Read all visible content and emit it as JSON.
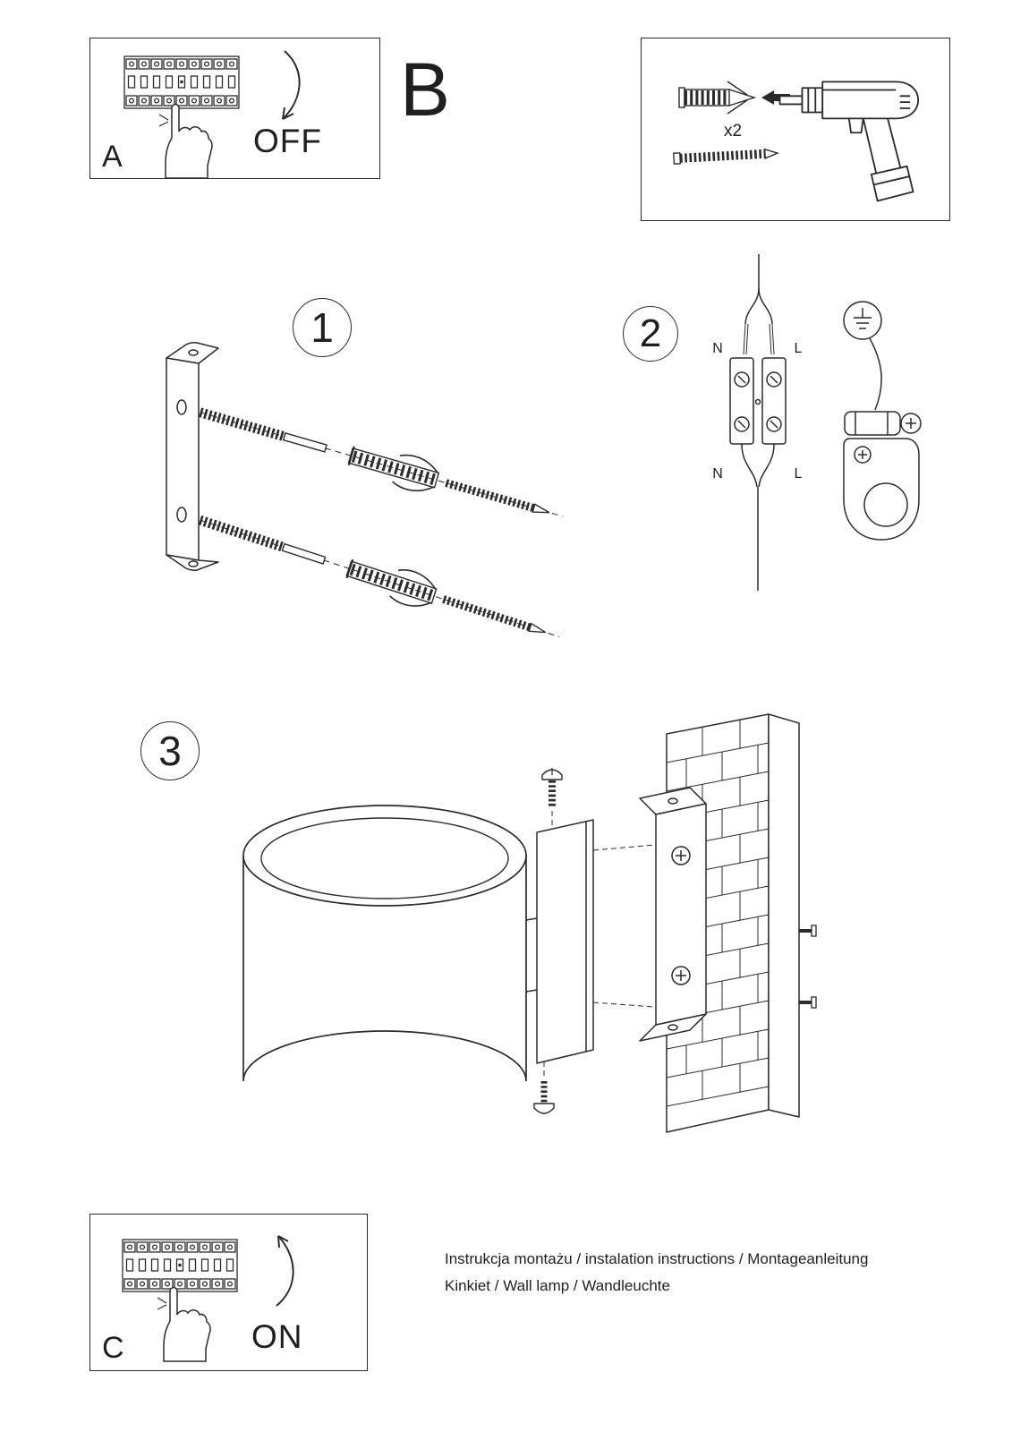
{
  "colors": {
    "ink": "#2b2b2b",
    "paper": "#ffffff"
  },
  "labels": {
    "box_a": "A",
    "off": "OFF",
    "section_b": "B",
    "quantity": "x2",
    "step_1": "1",
    "step_2": "2",
    "step_3": "3",
    "box_c": "C",
    "on": "ON"
  },
  "wiring": {
    "n_top": "N",
    "l_top": "L",
    "n_bottom": "N",
    "l_bottom": "L"
  },
  "footer": {
    "line_1": "Instrukcja montażu / instalation instructions / Montageanleitung",
    "line_2": "Kinkiet / Wall lamp / Wandleuchte"
  }
}
